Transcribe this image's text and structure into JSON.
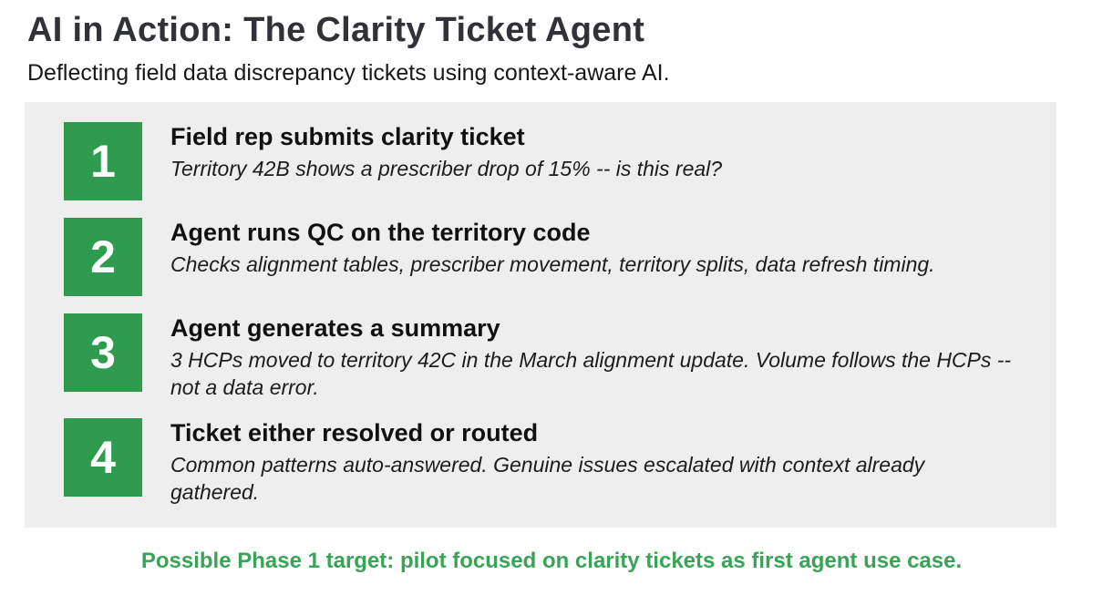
{
  "page": {
    "title": "AI in Action: The Clarity Ticket Agent",
    "subtitle": "Deflecting field data discrepancy tickets using context-aware AI.",
    "footer": "Possible Phase 1 target: pilot focused on clarity tickets as first agent use case."
  },
  "colors": {
    "accent_green": "#2e9b4f",
    "footer_green": "#3aa358",
    "panel_gray": "#eeeeee",
    "title_dark": "#303238",
    "body_text": "#1c1c1c"
  },
  "steps": [
    {
      "number": "1",
      "title": "Field rep submits clarity ticket",
      "description": "Territory 42B shows a prescriber drop of 15% -- is this real?"
    },
    {
      "number": "2",
      "title": "Agent runs QC on the territory code",
      "description": "Checks alignment tables, prescriber movement, territory splits, data refresh timing."
    },
    {
      "number": "3",
      "title": "Agent generates a summary",
      "description": "3 HCPs moved to territory 42C in the March alignment update. Volume follows the HCPs -- not a data error."
    },
    {
      "number": "4",
      "title": "Ticket either resolved or routed",
      "description": "Common patterns auto-answered. Genuine issues escalated with context already gathered."
    }
  ]
}
